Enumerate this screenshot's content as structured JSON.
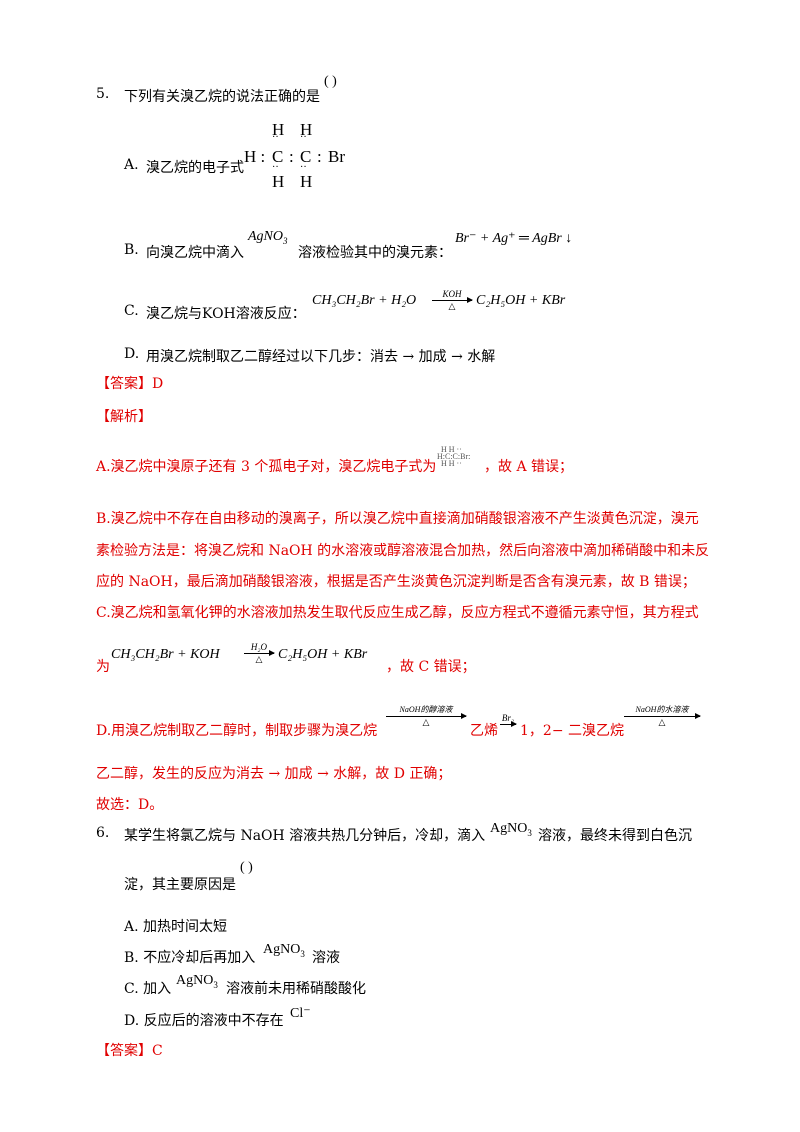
{
  "q5": {
    "number": "5.",
    "stem": "下列有关溴乙烷的说法正确的是",
    "paren": "(   )",
    "a_label": "A.",
    "a_text": "溴乙烷的电子式",
    "a_struct": {
      "h": "H",
      "c": "C",
      "colon": ":",
      "br": "Br",
      "hc": "H :"
    },
    "b_label": "B.",
    "b_text1": "向溴乙烷中滴入",
    "b_reagent": "AgNO",
    "b_reagent_sub": "3",
    "b_text2": "溶液检验其中的溴元素：",
    "b_eq": "Br⁻ + Ag⁺ ═ AgBr ↓",
    "c_label": "C.",
    "c_text": "溴乙烷与KOH溶液反应：",
    "c_eq_left": "CH₃CH₂Br + H₂O",
    "c_arrow_top": "KOH",
    "c_arrow_bot": "△",
    "c_eq_right": "C₂H₅OH + KBr",
    "d_label": "D.",
    "d_text": "用溴乙烷制取乙二醇经过以下几步：消去 → 加成 → 水解",
    "answer_label": "【答案】D",
    "analysis_label": "【解析】",
    "exp_a1": "A.溴乙烷中溴原子还有 3 个孤电子对，溴乙烷电子式为",
    "exp_a2": "，故 A 错误；",
    "exp_b1": "B.溴乙烷中不存在自由移动的溴离子，所以溴乙烷中直接滴加硝酸银溶液不产生淡黄色沉淀，溴元",
    "exp_b2": "素检验方法是：将溴乙烷和 NaOH 的水溶液或醇溶液混合加热，然后向溶液中滴加稀硝酸中和未反",
    "exp_b3": "应的 NaOH，最后滴加硝酸银溶液，根据是否产生淡黄色沉淀判断是否含有溴元素，故 B 错误；",
    "exp_c1": "C.溴乙烷和氢氧化钾的水溶液加热发生取代反应生成乙醇，反应方程式不遵循元素守恒，其方程式",
    "exp_c2_pre": "为",
    "exp_c2_left": "CH₃CH₂Br + KOH",
    "exp_c2_top": "H₂O",
    "exp_c2_bot": "△",
    "exp_c2_right": "C₂H₅OH + KBr",
    "exp_c2_post": "，故 C 错误；",
    "exp_d1": "D.用溴乙烷制取乙二醇时，制取步骤为溴乙烷",
    "exp_d_arrow1_top": "NaOH的醇溶液",
    "exp_d_arrow1_bot": "△",
    "exp_d_mid1": "乙烯",
    "exp_d_arrow2_top": "Br₂",
    "exp_d_mid2": "1，2− 二溴乙烷",
    "exp_d_arrow3_top": "NaOH的水溶液",
    "exp_d_arrow3_bot": "△",
    "exp_d2": "乙二醇，发生的反应为消去 → 加成 → 水解，故 D 正确；",
    "exp_end": "故选：D。"
  },
  "q6": {
    "number": "6.",
    "stem1": "某学生将氯乙烷与 NaOH 溶液共热几分钟后，冷却，滴入",
    "reagent": "AgNO",
    "reagent_sub": "3",
    "stem2": "溶液，最终未得到白色沉",
    "stem3": "淀，其主要原因是",
    "paren": "(          )",
    "a": "A.  加热时间太短",
    "b_pre": "B.  不应冷却后再加入",
    "b_post": "溶液",
    "c_pre": "C.  加入",
    "c_post": "溶液前未用稀硝酸酸化",
    "d_pre": "D.  反应后的溶液中不存在",
    "d_ion": "Cl⁻",
    "answer_label": "【答案】C"
  }
}
